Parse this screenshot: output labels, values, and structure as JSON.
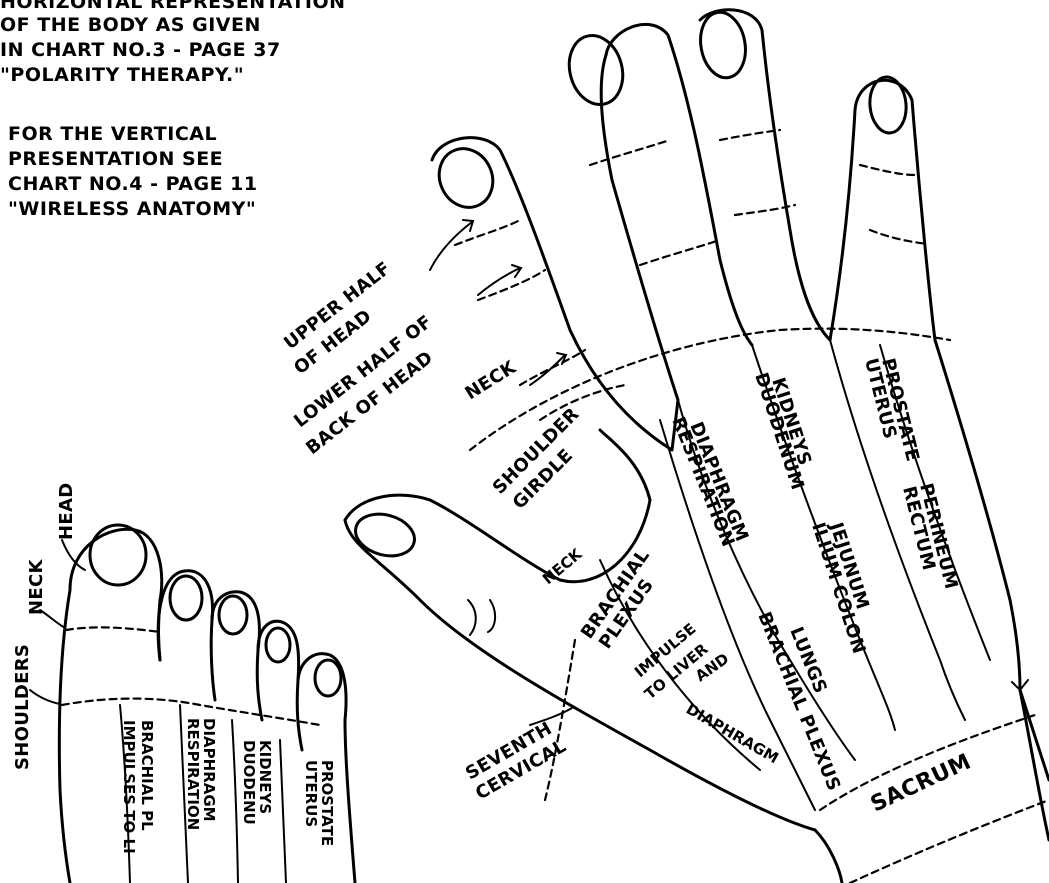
{
  "intro": {
    "horizontal": [
      "HORIZONTAL REPRESENTATION",
      "OF THE BODY AS GIVEN",
      "IN CHART NO.3 - PAGE 37",
      "\"POLARITY THERAPY.\""
    ],
    "vertical": [
      "FOR THE VERTICAL",
      "PRESENTATION SEE",
      "CHART NO.4 - PAGE 11",
      "\"WIRELESS ANATOMY\""
    ]
  },
  "hand_labels": {
    "upper_half_of_head": [
      "UPPER HALF",
      "OF HEAD"
    ],
    "lower_half_back_of_head": [
      "LOWER HALF OF",
      "BACK OF HEAD"
    ],
    "neck": "NECK",
    "shoulder_girdle": [
      "SHOULDER",
      "GIRDLE"
    ],
    "thumb_neck": "NECK",
    "brachial_plexus": [
      "BRACHIAL",
      "PLEXUS"
    ],
    "impulse_liver": [
      "IMPULSE",
      "TO LIVER",
      "AND",
      "DIAPHRAGM"
    ],
    "seventh_cervical": [
      "SEVENTH",
      "CERVICAL"
    ],
    "diaphragm_respiration": [
      "DIAPHRAGM",
      "RESPIRATION"
    ],
    "lungs_brachial": [
      "LUNGS",
      "BRACHIAL PLEXUS"
    ],
    "kidneys_duodenum": [
      "KIDNEYS",
      "DUODENUM"
    ],
    "jejunum_ilium_colon": [
      "JEJUNUM",
      "ILIUM COLON"
    ],
    "prostate_uterus": [
      "PROSTATE",
      "UTERUS"
    ],
    "perineum_rectum": [
      "PERINEUM",
      "RECTUM"
    ],
    "sacrum": "SACRUM"
  },
  "foot_labels": {
    "head": "HEAD",
    "neck": "NECK",
    "shoulders": "SHOULDERS",
    "brachial": [
      "BRACHIAL PL",
      "IMPULSES TO LI"
    ],
    "diaphragm": [
      "DIAPHRAGM",
      "RESPIRATION"
    ],
    "kidneys": [
      "KIDNEYS",
      "DUODENU"
    ],
    "prostate": [
      "PROSTATE",
      "UTERUS"
    ]
  }
}
